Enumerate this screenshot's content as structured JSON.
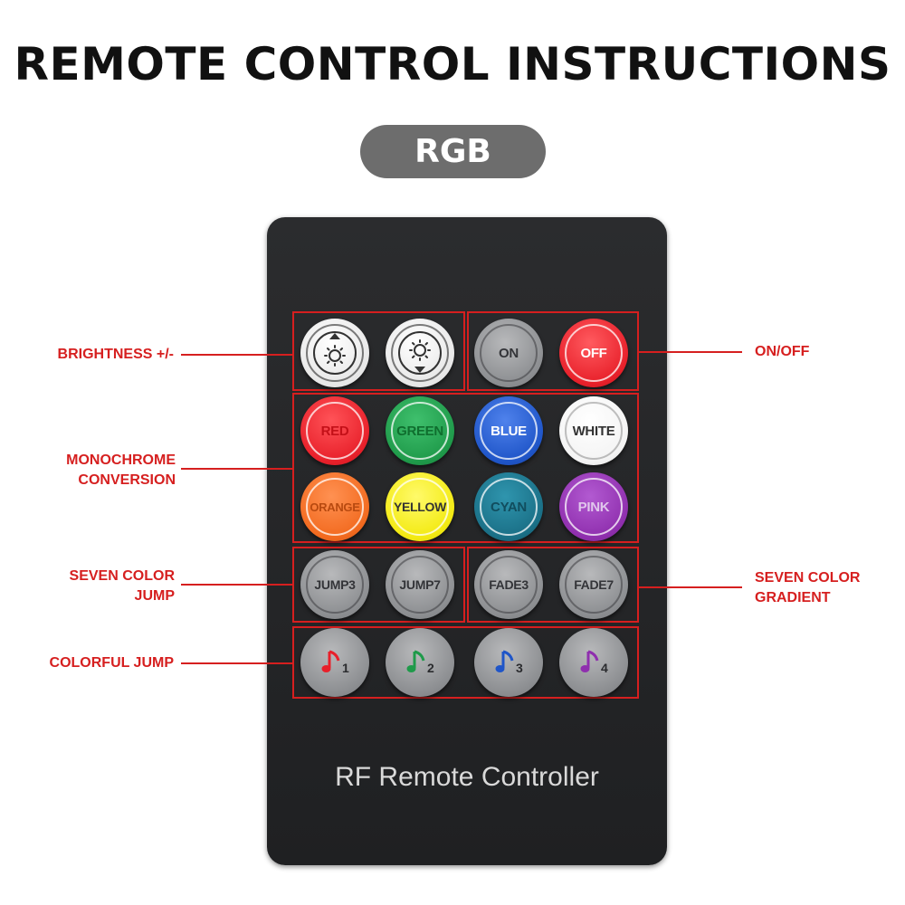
{
  "title": "REMOTE CONTROL INSTRUCTIONS",
  "mode_badge": "RGB",
  "remote": {
    "label": "RF Remote Controller"
  },
  "callouts": {
    "brightness": "BRIGHTNESS +/-",
    "onoff": "ON/OFF",
    "mono_line1": "MONOCHROME",
    "mono_line2": "CONVERSION",
    "jump_line1": "SEVEN COLOR",
    "jump_line2": "JUMP",
    "gradient_line1": "SEVEN COLOR",
    "gradient_line2": "GRADIENT",
    "colorful": "COLORFUL JUMP"
  },
  "buttons": {
    "on": "ON",
    "off": "OFF",
    "red": "RED",
    "green": "GREEN",
    "blue": "BLUE",
    "white": "WHITE",
    "orange": "ORANGE",
    "yellow": "YELLOW",
    "cyan": "CYAN",
    "pink": "PINK",
    "jump3": "JUMP3",
    "jump7": "JUMP7",
    "fade3": "FADE3",
    "fade7": "FADE7",
    "music1": "1",
    "music2": "2",
    "music3": "3",
    "music4": "4"
  },
  "icons": {
    "brightness_up": "sun-arrow-up-icon",
    "brightness_down": "sun-arrow-down-icon",
    "music": "music-note-icon"
  },
  "colors": {
    "accent_red": "#d61f1f",
    "red": "#e8202a",
    "green": "#1f9a4a",
    "blue": "#1f55c8",
    "white": "#f4f4f4",
    "orange": "#f26a1f",
    "yellow": "#f3ea12",
    "cyan": "#1a6f86",
    "pink": "#8f2fae"
  }
}
